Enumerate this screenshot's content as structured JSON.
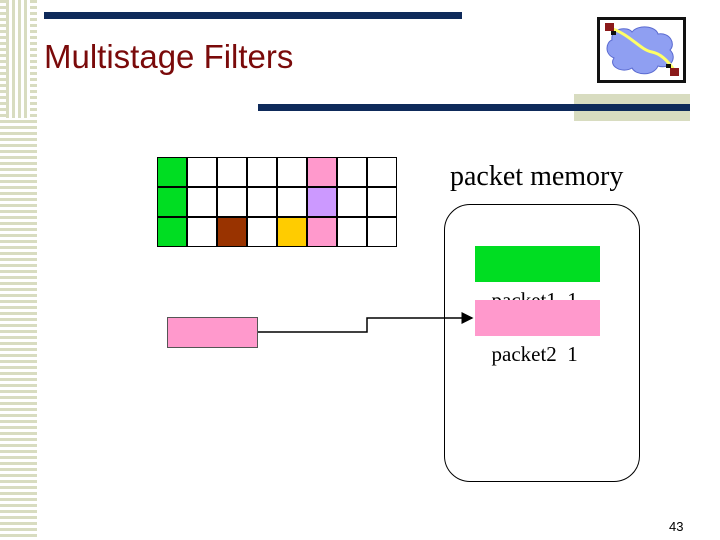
{
  "slide": {
    "title": "Multistage Filters",
    "page_number": "43"
  },
  "colors": {
    "title": "#7a0a0a",
    "bar": "#0e2a5a",
    "stripe": "#d8dcc0",
    "green": "#00dd22",
    "pink": "#ff99cc",
    "lavender": "#cc99ff",
    "brown": "#993300",
    "yellow": "#ffcc00"
  },
  "filter_array": {
    "columns": 8,
    "rows": 3,
    "colored_cells": [
      {
        "col": 0,
        "row": 0,
        "color": "green"
      },
      {
        "col": 0,
        "row": 1,
        "color": "green"
      },
      {
        "col": 0,
        "row": 2,
        "color": "green"
      },
      {
        "col": 2,
        "row": 2,
        "color": "brown"
      },
      {
        "col": 4,
        "row": 2,
        "color": "yellow"
      },
      {
        "col": 5,
        "row": 0,
        "color": "pink"
      },
      {
        "col": 5,
        "row": 1,
        "color": "lavender"
      },
      {
        "col": 5,
        "row": 2,
        "color": "pink"
      }
    ]
  },
  "packet_memory": {
    "label": "packet memory",
    "entries": [
      {
        "name": "packet1",
        "count": "1",
        "color": "green"
      },
      {
        "name": "packet2",
        "count": "1",
        "color": "pink"
      }
    ]
  },
  "incoming_packet": {
    "color": "pink"
  },
  "logo": {
    "icon": "network-cloud-logo-icon"
  }
}
